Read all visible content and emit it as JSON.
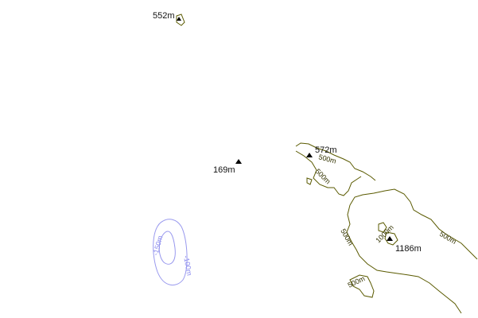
{
  "colors": {
    "land_contour": "#5a5a00",
    "bathymetry": "#9999ee",
    "peak": "#000000"
  },
  "peaks": [
    {
      "id": "peak-552",
      "label": "552m"
    },
    {
      "id": "peak-169",
      "label": "169m"
    },
    {
      "id": "peak-572",
      "label": "572m"
    },
    {
      "id": "peak-1186",
      "label": "1186m"
    }
  ],
  "contour_labels": [
    "500m",
    "500m",
    "500m",
    "500m",
    "500m",
    "1000m"
  ],
  "bathymetry_labels": [
    "-150m",
    "-100m"
  ]
}
